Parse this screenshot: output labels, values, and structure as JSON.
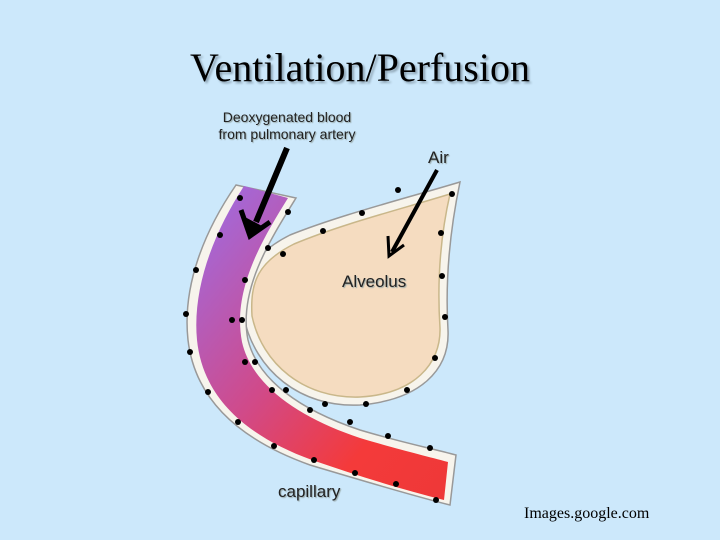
{
  "slide": {
    "title": "Ventilation/Perfusion",
    "source": "Images.google.com"
  },
  "diagram": {
    "labels": {
      "deoxygenated_line1": "Deoxygenated blood",
      "deoxygenated_line2": "from pulmonary artery",
      "air": "Air",
      "alveolus": "Alveolus",
      "capillary": "capillary"
    },
    "colors": {
      "background": "#cce8fb",
      "alveolus_fill": "#f5dcc0",
      "capillary_start": "#9a6ee8",
      "capillary_end": "#f43a3a",
      "cell_wall": "#ffffff",
      "nucleus": "#000000"
    }
  }
}
